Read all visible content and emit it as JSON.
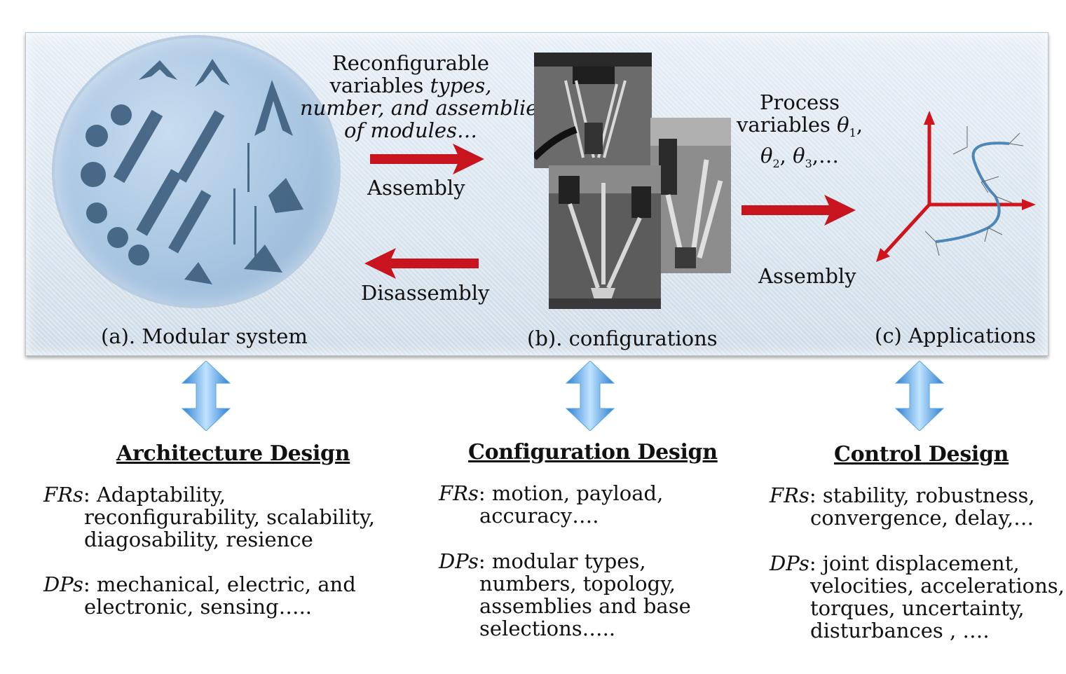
{
  "top_panel": {
    "reconfig_lines": [
      "Reconfigurable",
      "variables ",
      "types,",
      "number, and assemblies",
      "of modules…"
    ],
    "assembly_top": "Assembly",
    "disassembly": "Disassembly",
    "process_lines": [
      "Process",
      "variables ",
      "θ",
      "1",
      ",",
      "θ",
      "2",
      ", ",
      "θ",
      "3",
      ",…"
    ],
    "assembly_right": "Assembly",
    "label_a": "(a). Modular system",
    "label_b": "(b). configurations",
    "label_c": "(c) Applications"
  },
  "columns": [
    {
      "heading": "Architecture Design",
      "fr_key": "FRs",
      "fr_lines": [
        ": Adaptability,",
        "reconfigurability, scalability,",
        "diagosability, resience"
      ],
      "dp_key": "DPs",
      "dp_lines": [
        ": mechanical, electric, and",
        "electronic, sensing….."
      ]
    },
    {
      "heading": "Configuration Design",
      "fr_key": "FRs",
      "fr_lines": [
        ": motion, payload,",
        "accuracy…."
      ],
      "dp_key": "DPs",
      "dp_lines": [
        ": modular types,",
        "numbers, topology,",
        "assemblies and base",
        "selections….."
      ]
    },
    {
      "heading": "Control Design",
      "fr_key": "FRs",
      "fr_lines": [
        ": stability, robustness,",
        "convergence, delay,…"
      ],
      "dp_key": "DPs",
      "dp_lines": [
        ": joint displacement,",
        "velocities, accelerations,",
        "torques, uncertainty,",
        "disturbances , …."
      ]
    }
  ],
  "colors": {
    "arrow_red": "#c8141e",
    "double_arrow_blue": "#4a9be0",
    "axis_red": "#d0141c",
    "curve_blue": "#4f86b8"
  }
}
